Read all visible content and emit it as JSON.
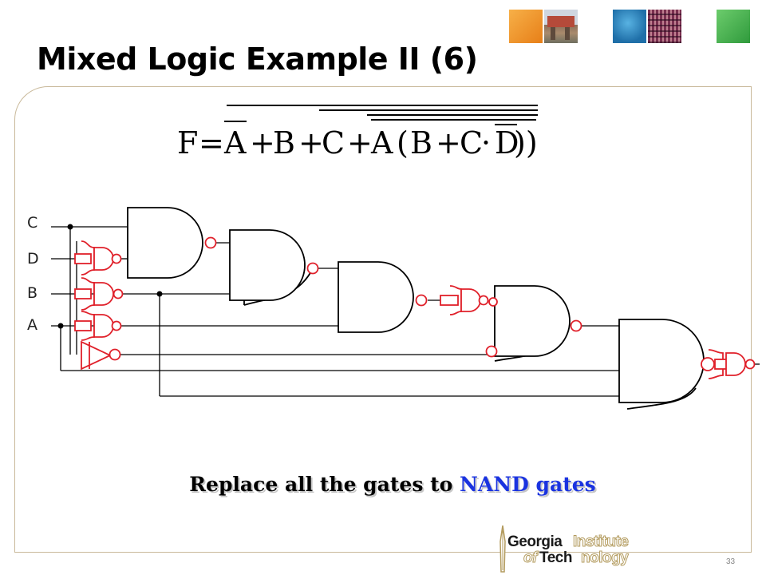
{
  "slide": {
    "title": "Mixed Logic Example II (6)",
    "page_number": "33",
    "caption_prefix": "Replace all the gates to ",
    "caption_highlight": "NAND gates",
    "highlight_color": "#1a33e0"
  },
  "formula": {
    "lhs": "F",
    "eq": "=",
    "t_a": "A",
    "plus1": "+",
    "t_b": "B",
    "plus2": "+",
    "t_c": "C",
    "plus3": "+",
    "t_a2": "A",
    "lp": "(",
    "t_b2": "B",
    "plus4": "+",
    "t_c2": "C",
    "dot": "·",
    "t_d": "D",
    "rp": "))"
  },
  "inputs": {
    "c": "C",
    "d": "D",
    "b": "B",
    "a": "A"
  },
  "logo": {
    "word1": "Georgia",
    "word2": "Institute",
    "word3": "of",
    "word4": "Tech",
    "word5": "nology"
  },
  "colors": {
    "wire": "#000000",
    "replacement_gate": "#e0202a",
    "frame": "#c9b99a",
    "tile_orange": "#f0962a",
    "tile_blue": "#2a82b8",
    "tile_green": "#3cb04a",
    "logo_gold": "#b39b5e"
  }
}
